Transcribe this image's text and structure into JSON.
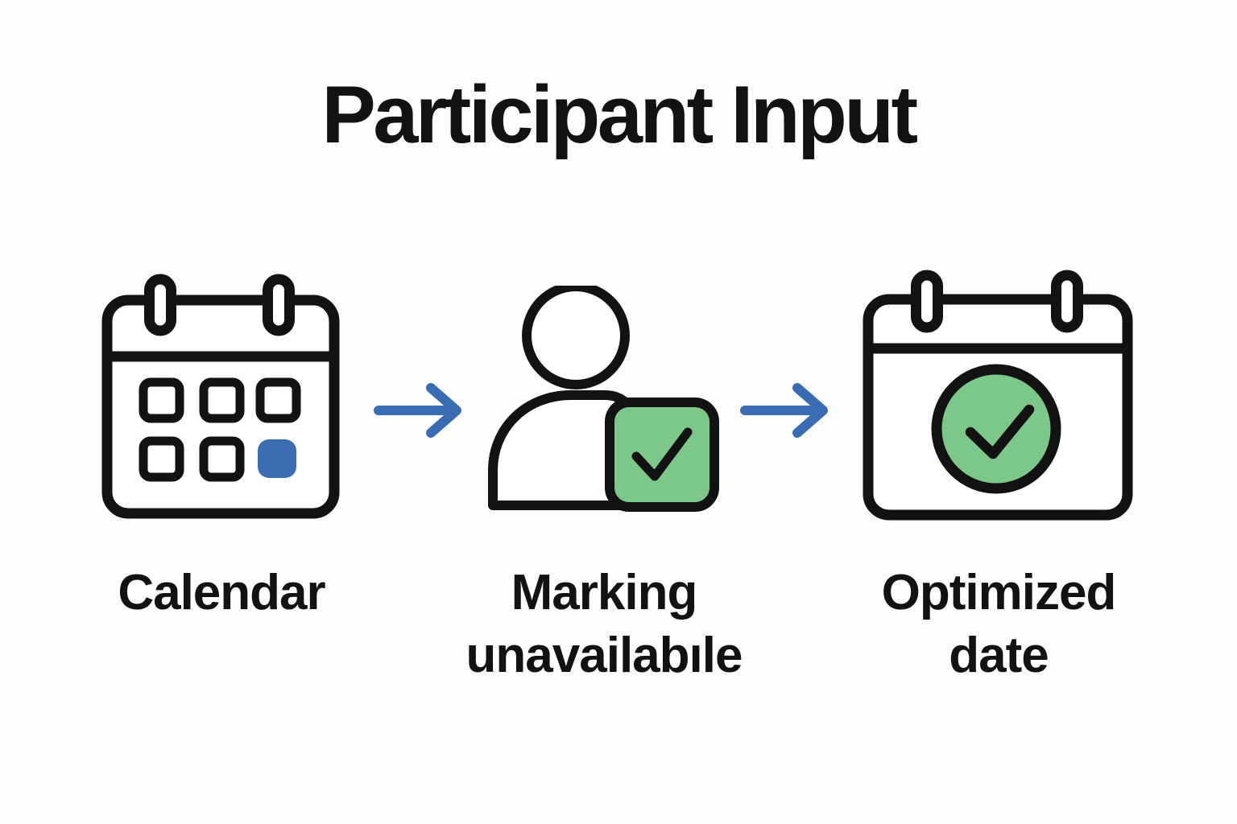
{
  "title": "Participant Input",
  "colors": {
    "ink": "#121212",
    "background": "#fdfdfc",
    "arrow_blue": "#3a6cb4",
    "selected_day_blue": "#3c6eb4",
    "check_green": "#7cc78a"
  },
  "steps": [
    {
      "icon": "calendar-icon",
      "label": "Calendar"
    },
    {
      "icon": "person-check-icon",
      "label_line1": "Marking",
      "label_line2": "unavailabıle"
    },
    {
      "icon": "calendar-check-icon",
      "label_line1": "Optimized",
      "label_line2": "date"
    }
  ],
  "arrows": [
    {
      "icon": "arrow-right-icon"
    },
    {
      "icon": "arrow-right-icon"
    }
  ]
}
